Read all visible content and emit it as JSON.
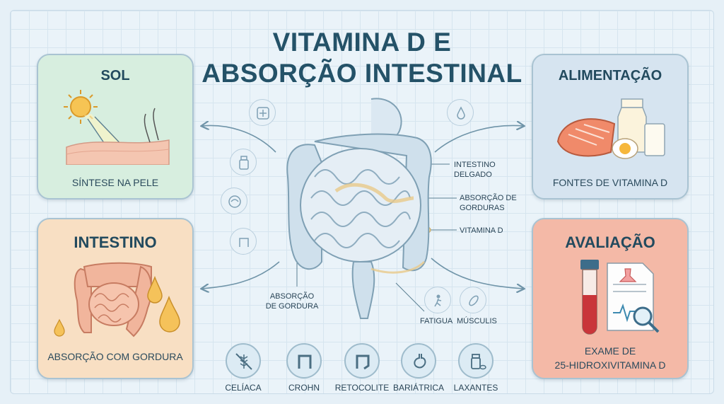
{
  "title": {
    "line1": "VITAMINA D E",
    "line2": "ABSORÇÃO INTESTINAL"
  },
  "cards": {
    "sol": {
      "title": "SOL",
      "caption": "SÍNTESE NA PELE"
    },
    "intestino": {
      "title": "INTESTINO",
      "caption": "ABSORÇÃO COM GORDURA"
    },
    "alimentacao": {
      "title": "ALIMENTAÇÃO",
      "caption": "FONTES DE VITAMINA D"
    },
    "avaliacao": {
      "title": "AVALIAÇÃO",
      "caption_line1": "EXAME DE",
      "caption_line2": "25-HIDROXIVITAMINA D"
    }
  },
  "center_labels": {
    "intestino_delgado": {
      "line1": "INTESTINO",
      "line2": "DELGADO"
    },
    "absorcao_gorduras": {
      "line1": "ABSORÇÃO DE",
      "line2": "GORDURAS"
    },
    "vitamina_d": "VITAMINA D",
    "absorcao_gordura": {
      "line1": "ABSORÇÃO",
      "line2": "DE GORDURA"
    },
    "fatigua": "FATIGUA",
    "musculis": "MÚSCULIS"
  },
  "bottom_items": [
    {
      "label": "CELÍACA",
      "icon": "wheat-crossed-icon"
    },
    {
      "label": "CROHN",
      "icon": "colon-icon"
    },
    {
      "label": "RETOCOLITE",
      "icon": "colon-icon"
    },
    {
      "label": "BARIÁTRICA",
      "icon": "stomach-icon"
    },
    {
      "label": "LAXANTES",
      "icon": "pill-bottle-icon"
    }
  ],
  "colors": {
    "background": "#e6f0f7",
    "title": "#245268",
    "sol_card": "#d7eedf",
    "intestino_card": "#f8dfc3",
    "alimentacao_card": "#d6e4f0",
    "avaliacao_card": "#f4b9a7"
  }
}
